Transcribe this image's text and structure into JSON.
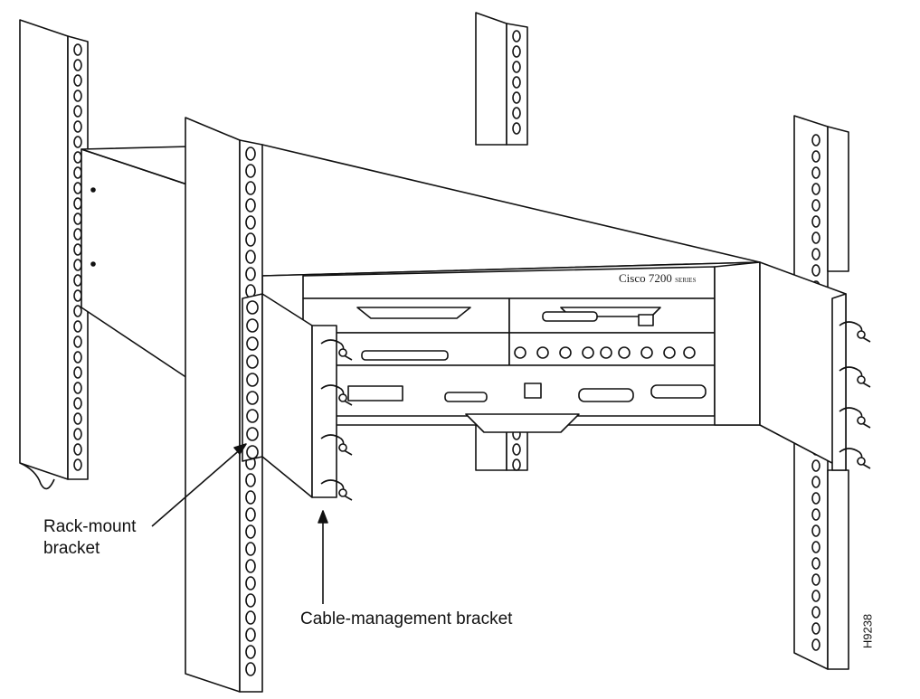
{
  "labels": {
    "rack_mount_line1": "Rack-mount",
    "rack_mount_line2": "bracket",
    "cable_management": "Cable-management bracket",
    "figure_id": "H9238",
    "chassis_model": "Cisco 7200",
    "chassis_model_suffix": "SERIES"
  },
  "colors": {
    "stroke": "#111111",
    "fill": "#ffffff"
  }
}
